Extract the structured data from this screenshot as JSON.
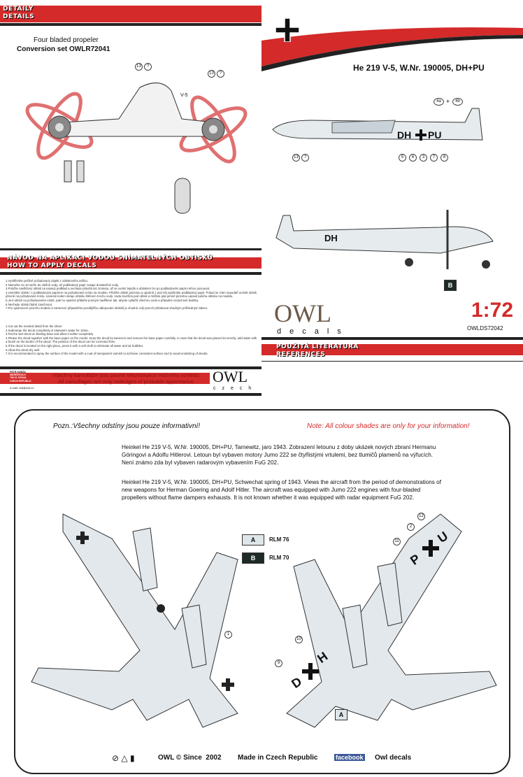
{
  "details": {
    "header_cz": "DETAILY",
    "header_en": "DETAILS",
    "subtitle": "Four bladed propeler",
    "conversion": "Conversion set OWLR72041",
    "callouts": [
      "13",
      "?",
      "13",
      "?"
    ],
    "label_v5": "V-5"
  },
  "profile": {
    "title": "He 219 V-5, W.Nr. 190005, DH+PU",
    "callouts_top": [
      "4a",
      "+",
      "4b"
    ],
    "callouts_bottom": [
      "5",
      "6",
      "3",
      "7",
      "8"
    ],
    "callout_nose": [
      "13",
      "?"
    ],
    "code_left": "DH",
    "code_right": "PU",
    "marker_b": "B"
  },
  "brand": {
    "logo": "OWL",
    "logo_sub": "decals",
    "scale": "1:72",
    "code": "OWLDS72042"
  },
  "instructions": {
    "header_cz": "NÁVOD NA APLIKACI VODOU SNÍMATELNÝCH OBTISKŮ",
    "header_en": "HOW TO APPLY DECALS",
    "cz": [
      "1.Vystřihněte pečlivě požadovaný objekt z obtiskového aršíku.",
      "2.Namočte na 10 vteřin do vlažné vody, až podkladový papír nasaje dostatečné vody.",
      "3.Položte navlhčený obtisk na nasavý podklad a nechejte působit asi 1minutu, až se uvolní lepidlo a obtiskem lze po podkladovém papíru lehce posouvat.",
      "4.Umístěte obtisk i s podkladovým papírem na požadované místo na modelu. Přidržte obtisk pinzetou a opatrně z pod něj vytáhněte podkladový papír. Pokud se Vám nepodaří umístit obtisk přesně na požadované místo, naneste kolem okraje obtisku štětcem trochu vody. Voda zavzlíná pod obtisk a můžete pak jemně pinzetou upravit polohu obtisku na modelu.",
      "5.Je-li obtisk na požadovaném místě, pak ho opatrně přitlačte jemným hadříkem tak, abyste vytlačili všechnu vodu a případné vzduchové bubliny.",
      "6.Nechejte obtisk řádně zaschnout.",
      "7.Pro sjednocení povrchu modelu a zamezení případného pozdějšího odlepování obtisků je vhodné celý povrch přelakovat vhodným průhledným lakem."
    ],
    "en": [
      "1.Cut out the needed detail from the sheet",
      "2.Submerge the decal completely in lukewarm water for 10sec.",
      "3.Put the wet decal on blotting base and allow it soften completely",
      "4.Please the decal together with the base paper on the model. Keep the decal by tweezers and remove the base paper carefully. In case that the decal was placed incorrectly, add water with a brush on the border of the decal. The position of the decal can be corrected then.",
      "5.If the decal is located on the right place, press it with a soft cloth to eliminate all water and air bubbles.",
      "6.Allow the decal dry well.",
      "7.It is recommended to spray the surface of the model with a coat of transparent varnish to archieve consistent surface and to avoid unsticking of decals."
    ]
  },
  "references": {
    "header_cz": "POUŽITÁ LITERATURA",
    "header_en": "REFERENCES"
  },
  "footer_band": {
    "address": [
      "PETR HOBŽA",
      "MAREŠOVA 6",
      "796 01 OPAVA",
      "CZECH REPUBLIC"
    ],
    "email": "e-mail: owl@owl.cz",
    "line_cz": "Všechny kamufláže jsou pouhé rekonstrukce možného vzhledu.",
    "line_en": "All camuflages are only redesigns of probable appereance.",
    "logo": "OWL",
    "logo_sub": "czech"
  },
  "scheme": {
    "note_cz": "Pozn.:Všechny odstíny jsou pouze informativní!",
    "note_en": "Note: All colour shades are only for your information!",
    "desc_cz": "Heinkel He 219 V-5, W.Nr. 190005, DH+PU, Tarnewitz, jaro 1943. Zobrazení letounu z doby ukázek nových zbraní Hermanu Göringovi a Adolfu Hitlerovi. Letoun byl vybaven motory Jumo 222 se čtyřlistými vrtulemi, bez tlumičů plamenů na výfucích. Není známo zda byl vybaven radarovým vybavením FuG 202.",
    "desc_en": "Heinkel He 219 V-5, W.Nr. 190005, DH+PU, Schwechat spring of 1943. Views the aircraft from the period of demonstrations of new weapons for Herman Goering and Adolf Hitler. The aircraft was equipped with Jumo 222 engines with four-bladed propellers without flame dampers exhausts. It is not known whether it was equipped with radar equipment FuG 202.",
    "colors": [
      {
        "code": "A",
        "name": "RLM 76",
        "hex": "#dfe6ea"
      },
      {
        "code": "B",
        "name": "RLM 70",
        "hex": "#1e2a26"
      }
    ],
    "callouts_left": [
      "1"
    ],
    "callouts_right": [
      "12",
      "2",
      "11",
      "10",
      "9"
    ],
    "marker_a": "A",
    "code_top": [
      "P",
      "U"
    ],
    "code_bottom": [
      "D",
      "H"
    ]
  },
  "footer": {
    "owl": "OWL © Since  2002",
    "made": "Made in Czech Republic",
    "facebook": "facebook",
    "fb_name": "Owl decals"
  },
  "accent": "#d42a2a"
}
